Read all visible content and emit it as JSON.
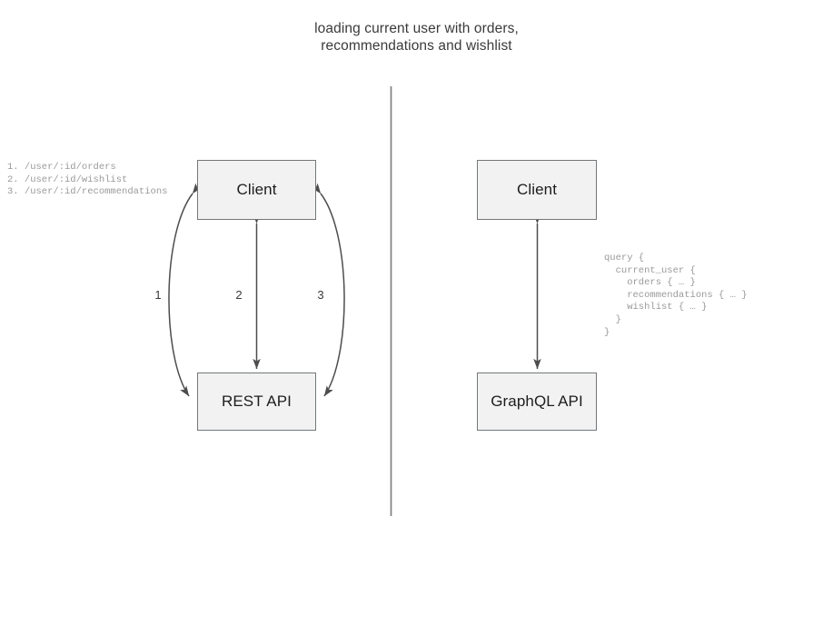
{
  "title": "loading current user with orders,\nrecommendations and wishlist",
  "divider": {
    "name": "vertical-divider",
    "color": "#808080"
  },
  "left_panel": {
    "name": "rest-approach",
    "client_node": "Client",
    "api_node": "REST API",
    "endpoints": "1. /user/:id/orders\n2. /user/:id/wishlist\n3. /user/:id/recommendations",
    "edge_labels": [
      "1",
      "2",
      "3"
    ]
  },
  "right_panel": {
    "name": "graphql-approach",
    "client_node": "Client",
    "api_node": "GraphQL API",
    "query": "query {\n  current_user {\n    orders { … }\n    recommendations { … }\n    wishlist { … }\n  }\n}"
  },
  "colors": {
    "box_fill": "#f2f2f2",
    "box_stroke": "#73777a",
    "edge_stroke": "#4d4d4d",
    "annotation_text": "#9a9a9a",
    "title_text": "#3a3a3a"
  }
}
